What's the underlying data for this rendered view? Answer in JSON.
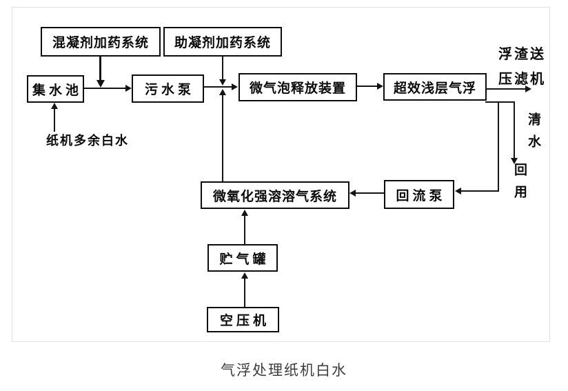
{
  "figure": {
    "caption": "气浮处理纸机白水",
    "nodes": {
      "coagulant_dosing": "混凝剂加药系统",
      "coagulant_aid_dosing": "助凝剂加药系统",
      "collection_tank": "集水池",
      "sewage_pump": "污水泵",
      "microbubble_release": "微气泡释放装置",
      "shallow_daf": "超效浅层气浮",
      "dissolved_air_system": "微氧化强溶溶气系统",
      "return_pump": "回流泵",
      "gas_storage_tank": "贮气罐",
      "air_compressor": "空压机"
    },
    "labels": {
      "inlet": "纸机多余白水",
      "scum_line1": "浮渣送",
      "scum_line2": "压滤机",
      "clear_water": "清水",
      "reuse": "回用"
    },
    "colors": {
      "line": "#141414",
      "frame_border": "#e2e2e2",
      "caption_text": "#3d3d3d"
    }
  }
}
